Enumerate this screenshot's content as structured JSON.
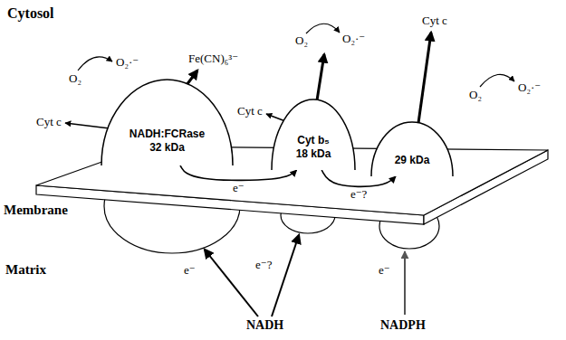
{
  "diagram": {
    "nodes": [
      {
        "text": [
          "NADH:FCRase 32 kDa"
        ]
      },
      {
        "text": [
          "Cyt b₅ 18 kDa"
        ]
      },
      {
        "text": [
          "29 kDa"
        ]
      }
    ],
    "edges": [
      {
        "from": 0,
        "to": 1,
        "arrow": "to",
        "label": "e⁻"
      },
      {
        "from": 1,
        "to": 2,
        "arrow": "to",
        "label": "e⁻?"
      }
    ],
    "labels": [
      "Cytosol",
      "O₂",
      "O₂·⁻",
      "Fe(CN)₆³⁻",
      "O₂",
      "O₂·⁻",
      "Cyt c",
      "Cyt c",
      "Cyt c",
      "O₂",
      "O₂·⁻",
      "Membrane",
      "Matrix",
      "e⁻",
      "e⁻?",
      "e⁻",
      "NADH",
      "NADPH"
    ]
  }
}
